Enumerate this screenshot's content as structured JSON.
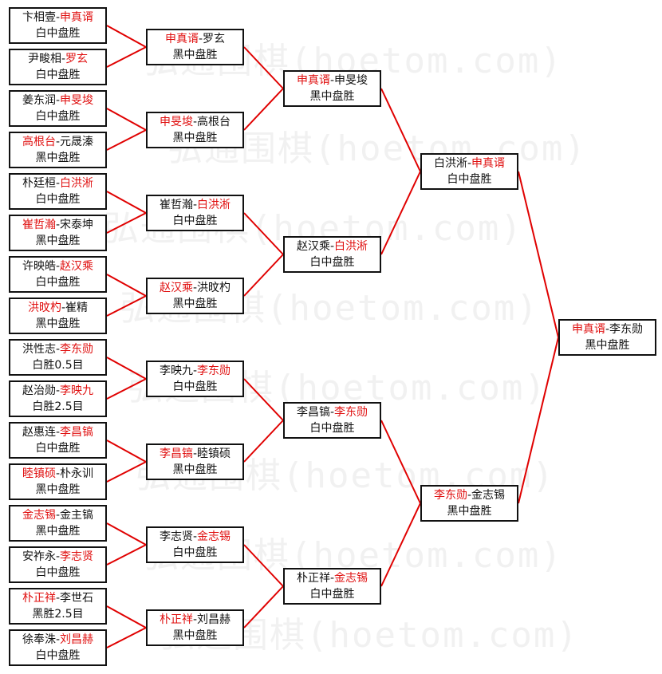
{
  "watermark": "弘通围棋(hoetom.com)",
  "colors": {
    "winner": "#e01010",
    "line": "#e00000",
    "border": "#111111"
  },
  "rounds": [
    [
      {
        "p1": "卞相壹",
        "p2": "申真谞",
        "winner": 2,
        "result": "白中盘胜"
      },
      {
        "p1": "尹畯相",
        "p2": "罗玄",
        "winner": 2,
        "result": "白中盘胜"
      },
      {
        "p1": "姜东润",
        "p2": "申旻埈",
        "winner": 2,
        "result": "白中盘胜"
      },
      {
        "p1": "高根台",
        "p2": "元晟溱",
        "winner": 1,
        "result": "黑中盘胜"
      },
      {
        "p1": "朴廷桓",
        "p2": "白洪淅",
        "winner": 2,
        "result": "白中盘胜"
      },
      {
        "p1": "崔哲瀚",
        "p2": "宋泰坤",
        "winner": 1,
        "result": "黑中盘胜"
      },
      {
        "p1": "许映皓",
        "p2": "赵汉乘",
        "winner": 2,
        "result": "白中盘胜"
      },
      {
        "p1": "洪旼杓",
        "p2": "崔精",
        "winner": 1,
        "result": "黑中盘胜"
      },
      {
        "p1": "洪性志",
        "p2": "李东勋",
        "winner": 2,
        "result": "白胜0.5目"
      },
      {
        "p1": "赵治勋",
        "p2": "李映九",
        "winner": 2,
        "result": "白胜2.5目"
      },
      {
        "p1": "赵惠连",
        "p2": "李昌镐",
        "winner": 2,
        "result": "白中盘胜"
      },
      {
        "p1": "睦镇硕",
        "p2": "朴永训",
        "winner": 1,
        "result": "黑中盘胜"
      },
      {
        "p1": "金志锡",
        "p2": "金主镐",
        "winner": 1,
        "result": "黑中盘胜"
      },
      {
        "p1": "安祚永",
        "p2": "李志贤",
        "winner": 2,
        "result": "白中盘胜"
      },
      {
        "p1": "朴正祥",
        "p2": "李世石",
        "winner": 1,
        "result": "黑胜2.5目"
      },
      {
        "p1": "徐奉洙",
        "p2": "刘昌赫",
        "winner": 2,
        "result": "白中盘胜"
      }
    ],
    [
      {
        "p1": "申真谞",
        "p2": "罗玄",
        "winner": 1,
        "result": "黑中盘胜"
      },
      {
        "p1": "申旻埈",
        "p2": "高根台",
        "winner": 1,
        "result": "黑中盘胜"
      },
      {
        "p1": "崔哲瀚",
        "p2": "白洪淅",
        "winner": 2,
        "result": "白中盘胜"
      },
      {
        "p1": "赵汉乘",
        "p2": "洪旼杓",
        "winner": 1,
        "result": "黑中盘胜"
      },
      {
        "p1": "李映九",
        "p2": "李东勋",
        "winner": 2,
        "result": "白中盘胜"
      },
      {
        "p1": "李昌镐",
        "p2": "睦镇硕",
        "winner": 1,
        "result": "黑中盘胜"
      },
      {
        "p1": "李志贤",
        "p2": "金志锡",
        "winner": 2,
        "result": "白中盘胜"
      },
      {
        "p1": "朴正祥",
        "p2": "刘昌赫",
        "winner": 1,
        "result": "黑中盘胜"
      }
    ],
    [
      {
        "p1": "申真谞",
        "p2": "申旻埈",
        "winner": 1,
        "result": "黑中盘胜"
      },
      {
        "p1": "赵汉乘",
        "p2": "白洪淅",
        "winner": 2,
        "result": "白中盘胜"
      },
      {
        "p1": "李昌镐",
        "p2": "李东勋",
        "winner": 2,
        "result": "白中盘胜"
      },
      {
        "p1": "朴正祥",
        "p2": "金志锡",
        "winner": 2,
        "result": "白中盘胜"
      }
    ],
    [
      {
        "p1": "白洪淅",
        "p2": "申真谞",
        "winner": 2,
        "result": "白中盘胜"
      },
      {
        "p1": "李东勋",
        "p2": "金志锡",
        "winner": 1,
        "result": "黑中盘胜"
      }
    ],
    [
      {
        "p1": "申真谞",
        "p2": "李东勋",
        "winner": 1,
        "result": "黑中盘胜"
      }
    ]
  ]
}
